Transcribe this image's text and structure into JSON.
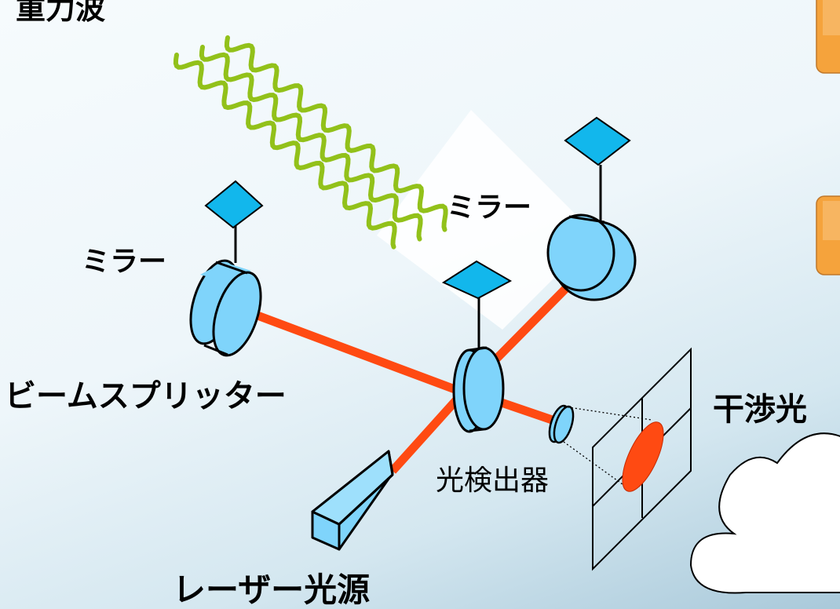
{
  "labels": {
    "gravitational_wave": "重力波",
    "mirror_left": "ミラー",
    "mirror_top": "ミラー",
    "beam_splitter": "ビームスプリッター",
    "interference_light": "干渉光",
    "photodetector": "光検出器",
    "laser_source": "レーザー光源"
  },
  "colors": {
    "beam": "#ff4a12",
    "mirror_fill": "#7fd4fb",
    "pad_fill": "#12b7ec",
    "wave": "#92c11a",
    "tab_orange": "#f5a33c",
    "spot": "#ff4a12"
  },
  "icons": [
    "mirror-icon",
    "beam-splitter-icon",
    "laser-source-icon",
    "photodetector-icon",
    "screen-grid-icon",
    "cloud-icon"
  ]
}
